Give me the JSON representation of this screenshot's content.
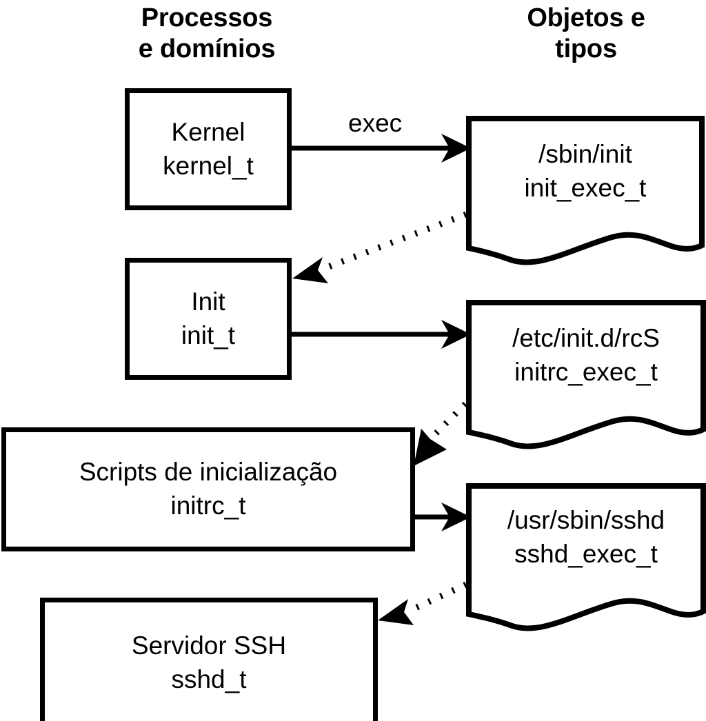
{
  "diagram": {
    "title_columns": {
      "left": "Processos\ne domínios",
      "right": "Objetos e\ntipos"
    },
    "stroke_color": "#000000",
    "background_color": "#ffffff",
    "process_nodes": [
      {
        "id": "kernel",
        "line1": "Kernel",
        "line2": "kernel_t"
      },
      {
        "id": "init",
        "line1": "Init",
        "line2": "init_t"
      },
      {
        "id": "initrc",
        "line1": "Scripts de inicialização",
        "line2": "initrc_t"
      },
      {
        "id": "sshd",
        "line1": "Servidor SSH",
        "line2": "sshd_t"
      }
    ],
    "object_nodes": [
      {
        "id": "init_exec",
        "line1": "/sbin/init",
        "line2": "init_exec_t"
      },
      {
        "id": "initrc_exec",
        "line1": "/etc/init.d/rcS",
        "line2": "initrc_exec_t"
      },
      {
        "id": "sshd_exec",
        "line1": "/usr/sbin/sshd",
        "line2": "sshd_exec_t"
      }
    ],
    "edges": [
      {
        "id": "kernel-to-init-exec",
        "from": "kernel",
        "to": "init_exec",
        "style": "solid",
        "label": "exec"
      },
      {
        "id": "init-exec-to-init",
        "from": "init_exec",
        "to": "init",
        "style": "dotted",
        "label": ""
      },
      {
        "id": "init-to-initrc-exec",
        "from": "init",
        "to": "initrc_exec",
        "style": "solid",
        "label": ""
      },
      {
        "id": "initrc-exec-to-initrc",
        "from": "initrc_exec",
        "to": "initrc",
        "style": "dotted",
        "label": ""
      },
      {
        "id": "initrc-to-sshd-exec",
        "from": "initrc",
        "to": "sshd_exec",
        "style": "solid",
        "label": ""
      },
      {
        "id": "sshd-exec-to-sshd",
        "from": "sshd_exec",
        "to": "sshd",
        "style": "dotted",
        "label": ""
      }
    ]
  }
}
